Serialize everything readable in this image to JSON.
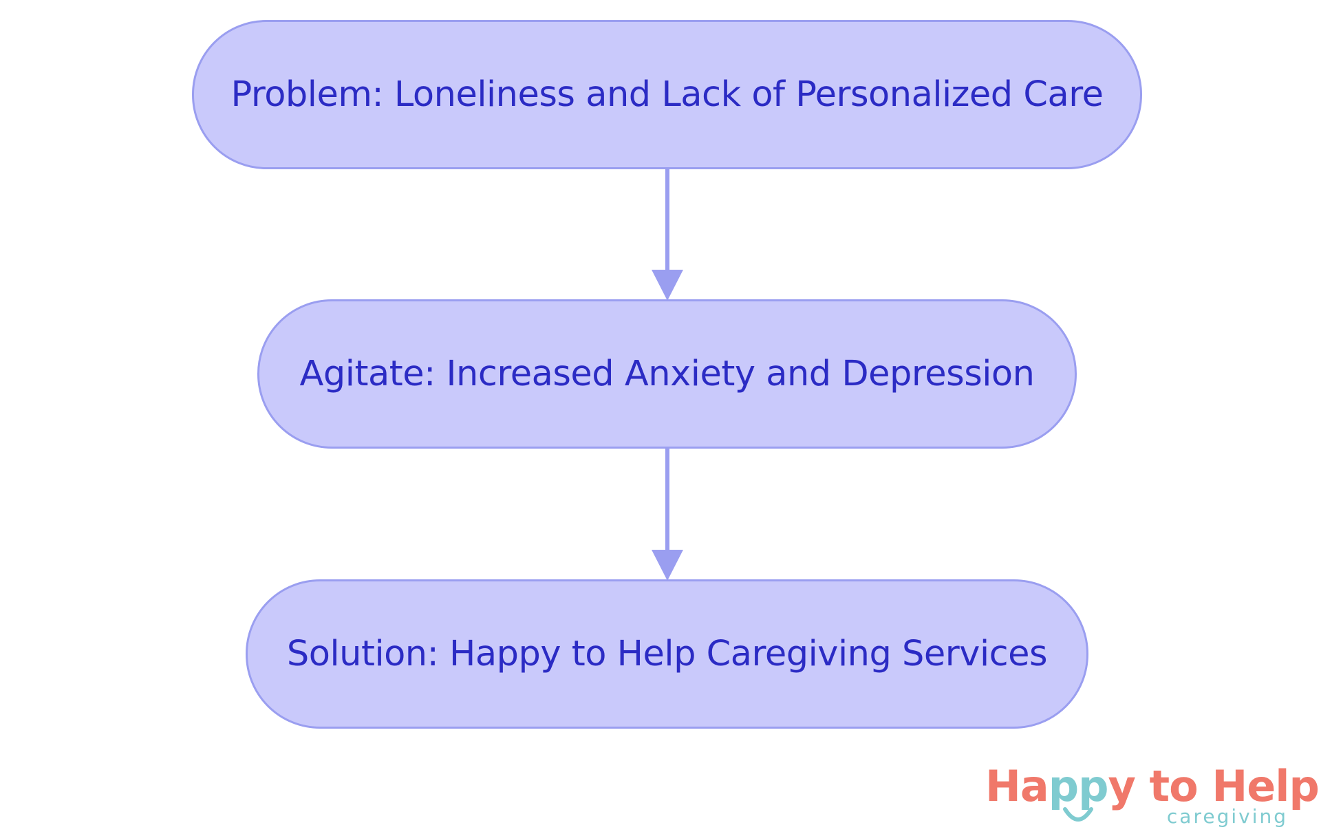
{
  "diagram": {
    "nodes": [
      {
        "id": "problem",
        "label": "Problem: Loneliness and Lack of Personalized Care"
      },
      {
        "id": "agitate",
        "label": "Agitate: Increased Anxiety and Depression"
      },
      {
        "id": "solution",
        "label": "Solution: Happy to Help Caregiving Services"
      }
    ],
    "edges": [
      {
        "from": "problem",
        "to": "agitate"
      },
      {
        "from": "agitate",
        "to": "solution"
      }
    ],
    "colors": {
      "node_fill": "#c9c9fb",
      "node_border": "#9a9ef0",
      "node_text": "#2b2bc4",
      "edge": "#9a9ef0"
    }
  },
  "logo": {
    "line1_part1": "Ha",
    "line1_part2": "pp",
    "line1_part3": "y",
    "line1_part4": "to Help",
    "line2": "caregiving",
    "colors": {
      "primary": "#f0786a",
      "accent": "#7fcbd0"
    }
  }
}
